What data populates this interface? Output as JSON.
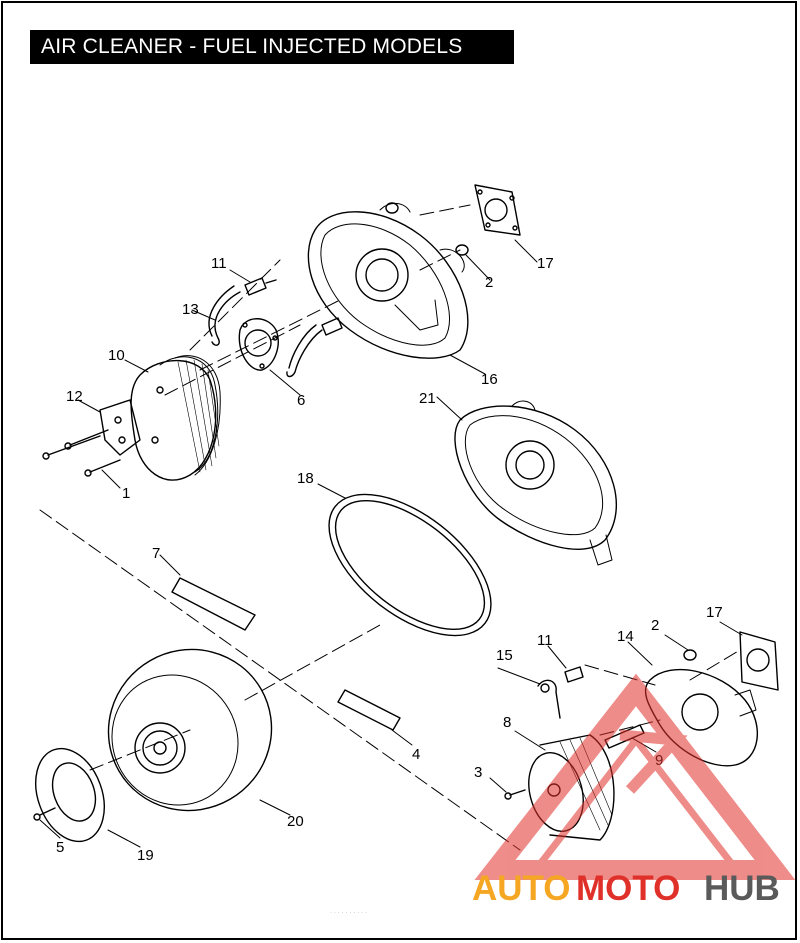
{
  "title": "AIR CLEANER - FUEL INJECTED MODELS",
  "callouts": [
    "1",
    "2",
    "2",
    "3",
    "4",
    "5",
    "6",
    "7",
    "8",
    "9",
    "10",
    "11",
    "11",
    "12",
    "13",
    "14",
    "15",
    "16",
    "17",
    "17",
    "18",
    "19",
    "20",
    "21"
  ],
  "watermark": {
    "part1": "AUTO",
    "part2": "MOTO",
    "part3": "HUB",
    "color_orange": "#f5a623",
    "color_red": "#e0302a",
    "color_gray": "#5a5a5a"
  },
  "footer_text": ". . . . . . . . . ."
}
